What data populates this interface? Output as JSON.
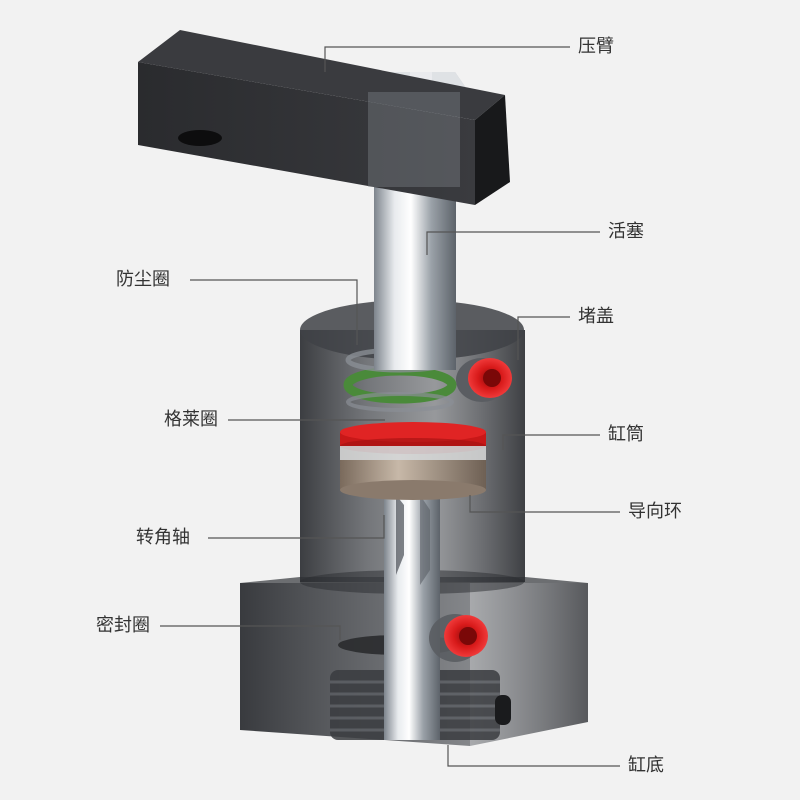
{
  "colors": {
    "background": "#f2f2f2",
    "body": "#3a3c40",
    "arm": "#222326",
    "piston": "#c9ced4",
    "seal_red": "#d81a1a",
    "seal_green": "#4a8a3a",
    "leader": "#555555",
    "label_text": "#333333"
  },
  "labels": {
    "arm": "压臂",
    "piston": "活塞",
    "dust_ring": "防尘圈",
    "plug": "堵盖",
    "glyd_ring": "格莱圈",
    "cylinder": "缸筒",
    "guide_ring": "导向环",
    "rotating_shaft": "转角轴",
    "seal_ring": "密封圈",
    "cylinder_base": "缸底"
  }
}
